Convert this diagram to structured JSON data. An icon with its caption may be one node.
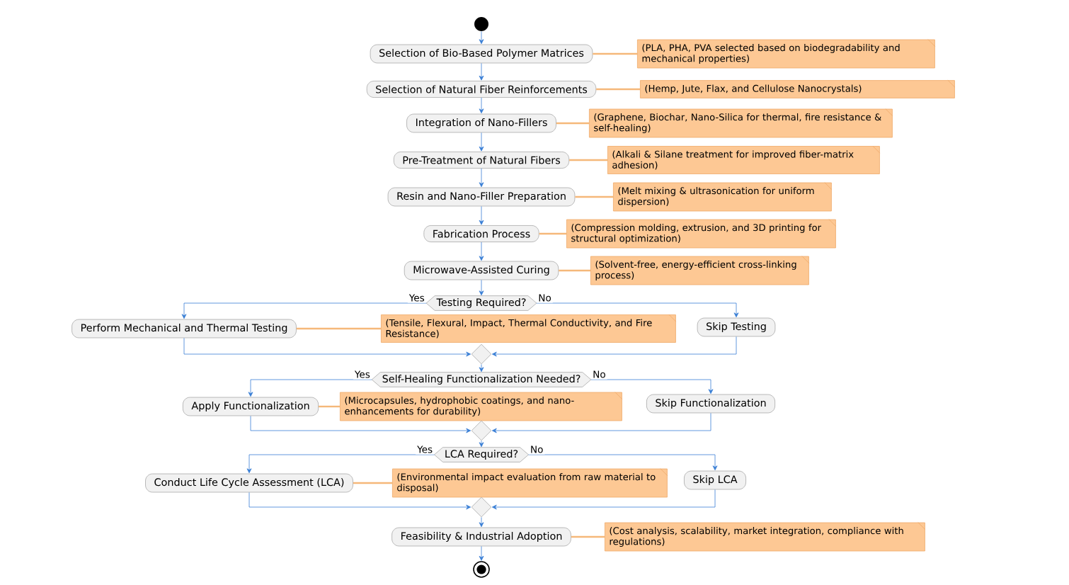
{
  "diagram": {
    "nodes": [
      {
        "text": [],
        "shape": "circle"
      },
      {
        "text": [
          "Selection of Bio-Based Polymer Matrices"
        ]
      },
      {
        "text": [
          "(PLA, PHA, PVA selected based on biodegradability and mechanical properties)"
        ]
      },
      {
        "text": [
          "Selection of Natural Fiber Reinforcements"
        ]
      },
      {
        "text": [
          "(Hemp, Jute, Flax, and Cellulose Nanocrystals)"
        ]
      },
      {
        "text": [
          "Integration of Nano-Fillers"
        ]
      },
      {
        "text": [
          "(Graphene, Biochar, Nano-Silica for thermal, fire resistance & self-healing)"
        ]
      },
      {
        "text": [
          "Pre-Treatment of Natural Fibers"
        ]
      },
      {
        "text": [
          "(Alkali & Silane treatment for improved fiber-matrix adhesion)"
        ]
      },
      {
        "text": [
          "Resin and Nano-Filler Preparation"
        ]
      },
      {
        "text": [
          "(Melt mixing & ultrasonication for uniform dispersion)"
        ]
      },
      {
        "text": [
          "Fabrication Process"
        ]
      },
      {
        "text": [
          "(Compression molding, extrusion, and 3D printing for structural optimization)"
        ]
      },
      {
        "text": [
          "Microwave-Assisted Curing"
        ]
      },
      {
        "text": [
          "(Solvent-free, energy-efficient cross-linking process)"
        ]
      },
      {
        "text": [
          "Testing Required?"
        ]
      },
      {
        "text": [
          "Perform Mechanical and Thermal Testing"
        ]
      },
      {
        "text": [
          "(Tensile, Flexural, Impact, Thermal Conductivity, and Fire Resistance)"
        ]
      },
      {
        "text": [
          "Skip Testing"
        ]
      },
      {
        "text": [],
        "shape": "diamond"
      },
      {
        "text": [
          "Self-Healing Functionalization Needed?"
        ]
      },
      {
        "text": [
          "Apply Functionalization"
        ]
      },
      {
        "text": [
          "(Microcapsules, hydrophobic coatings, and nano-enhancements for durability)"
        ]
      },
      {
        "text": [
          "Skip Functionalization"
        ]
      },
      {
        "text": [],
        "shape": "diamond"
      },
      {
        "text": [
          "LCA Required?"
        ]
      },
      {
        "text": [
          "Conduct Life Cycle Assessment (LCA)"
        ]
      },
      {
        "text": [
          "(Environmental impact evaluation from raw material to disposal)"
        ]
      },
      {
        "text": [
          "Skip LCA"
        ]
      },
      {
        "text": [],
        "shape": "diamond"
      },
      {
        "text": [
          "Feasibility & Industrial Adoption"
        ]
      },
      {
        "text": [
          "(Cost analysis, scalability, market integration, compliance with regulations)"
        ]
      },
      {
        "text": [],
        "shape": "circle"
      }
    ],
    "edges": [
      {
        "from": 0,
        "to": 1,
        "arrow": "to"
      },
      {
        "from": 1,
        "to": 3,
        "arrow": "to"
      },
      {
        "from": 3,
        "to": 5,
        "arrow": "to"
      },
      {
        "from": 5,
        "to": 7,
        "arrow": "to"
      },
      {
        "from": 7,
        "to": 9,
        "arrow": "to"
      },
      {
        "from": 9,
        "to": 11,
        "arrow": "to"
      },
      {
        "from": 11,
        "to": 13,
        "arrow": "to"
      },
      {
        "from": 13,
        "to": 15,
        "arrow": "to"
      },
      {
        "from": 15,
        "to": 16,
        "arrow": "to",
        "label": "Yes"
      },
      {
        "from": 15,
        "to": 18,
        "arrow": "to",
        "label": "No"
      },
      {
        "from": 16,
        "to": 19,
        "arrow": "to"
      },
      {
        "from": 18,
        "to": 19,
        "arrow": "to"
      },
      {
        "from": 19,
        "to": 20,
        "arrow": "to"
      },
      {
        "from": 20,
        "to": 21,
        "arrow": "to",
        "label": "Yes"
      },
      {
        "from": 20,
        "to": 23,
        "arrow": "to",
        "label": "No"
      },
      {
        "from": 21,
        "to": 24,
        "arrow": "to"
      },
      {
        "from": 23,
        "to": 24,
        "arrow": "to"
      },
      {
        "from": 24,
        "to": 25,
        "arrow": "to"
      },
      {
        "from": 25,
        "to": 26,
        "arrow": "to",
        "label": "Yes"
      },
      {
        "from": 25,
        "to": 28,
        "arrow": "to",
        "label": "No"
      },
      {
        "from": 26,
        "to": 29,
        "arrow": "to"
      },
      {
        "from": 28,
        "to": 29,
        "arrow": "to"
      },
      {
        "from": 29,
        "to": 30,
        "arrow": "to"
      },
      {
        "from": 30,
        "to": 32,
        "arrow": "to"
      },
      {
        "from": 1,
        "to": 2,
        "arrow": "none",
        "color": "#f5b87a"
      },
      {
        "from": 3,
        "to": 4,
        "arrow": "none",
        "color": "#f5b87a"
      },
      {
        "from": 5,
        "to": 6,
        "arrow": "none",
        "color": "#f5b87a"
      },
      {
        "from": 7,
        "to": 8,
        "arrow": "none",
        "color": "#f5b87a"
      },
      {
        "from": 9,
        "to": 10,
        "arrow": "none",
        "color": "#f5b87a"
      },
      {
        "from": 11,
        "to": 12,
        "arrow": "none",
        "color": "#f5b87a"
      },
      {
        "from": 13,
        "to": 14,
        "arrow": "none",
        "color": "#f5b87a"
      },
      {
        "from": 16,
        "to": 17,
        "arrow": "none",
        "color": "#f5b87a"
      },
      {
        "from": 21,
        "to": 22,
        "arrow": "none",
        "color": "#f5b87a"
      },
      {
        "from": 26,
        "to": 27,
        "arrow": "none",
        "color": "#f5b87a"
      },
      {
        "from": 30,
        "to": 31,
        "arrow": "none",
        "color": "#f5b87a"
      }
    ]
  }
}
